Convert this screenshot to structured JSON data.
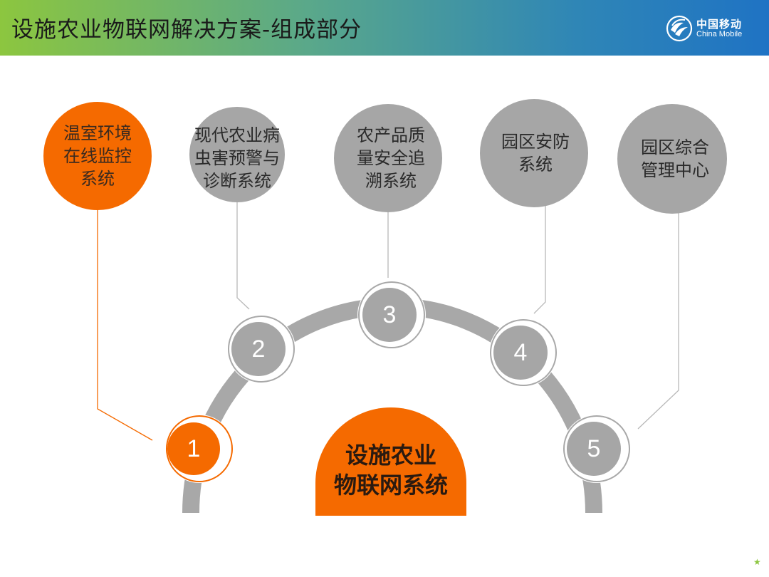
{
  "header": {
    "title": "设施农业物联网解决方案-组成部分",
    "logo_cn": "中国移动",
    "logo_en": "China Mobile"
  },
  "colors": {
    "accent": "#f56a00",
    "node_gray": "#a6a6a6",
    "arc_gray": "#a8a8a8"
  },
  "center": {
    "line1": "设施农业",
    "line2": "物联网系统"
  },
  "components": [
    {
      "number": "1",
      "lines": [
        "温室环境",
        "在线监控",
        "系统"
      ],
      "highlight": true
    },
    {
      "number": "2",
      "lines": [
        "现代农业病",
        "虫害预警与",
        "诊断系统"
      ],
      "highlight": false
    },
    {
      "number": "3",
      "lines": [
        "农产品质",
        "量安全追",
        "溯系统"
      ],
      "highlight": false
    },
    {
      "number": "4",
      "lines": [
        "园区安防",
        "系统"
      ],
      "highlight": false
    },
    {
      "number": "5",
      "lines": [
        "园区综合",
        "管理中心"
      ],
      "highlight": false
    }
  ]
}
